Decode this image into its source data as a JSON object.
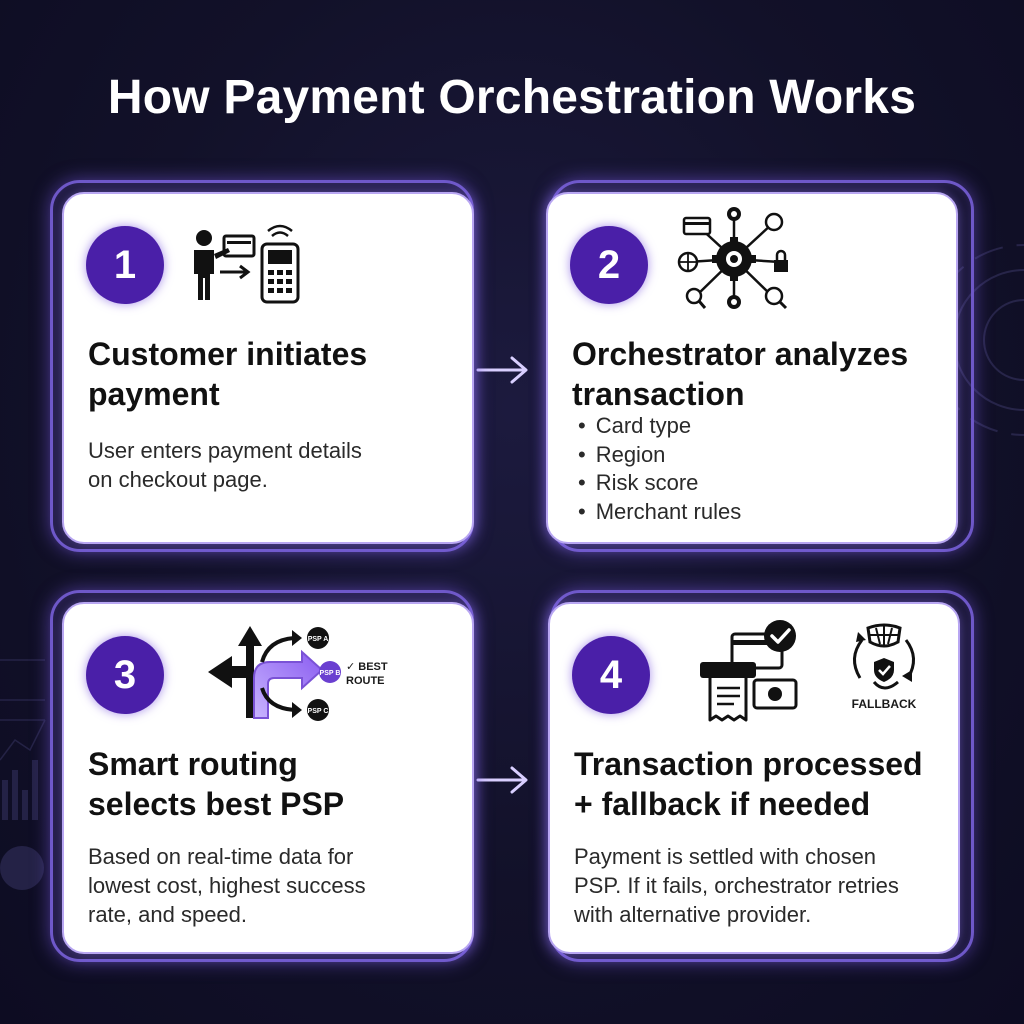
{
  "title": "How Payment Orchestration Works",
  "steps": [
    {
      "number": "1",
      "heading_line1": "Customer initiates",
      "heading_line2": "payment",
      "description_line1": "User enters payment details",
      "description_line2": "on checkout page."
    },
    {
      "number": "2",
      "heading_line1": "Orchestrator analyzes",
      "heading_line2": "transaction",
      "bullets": [
        "Card type",
        "Region",
        "Risk score",
        "Merchant rules"
      ]
    },
    {
      "number": "3",
      "heading_line1": "Smart routing",
      "heading_line2": "selects best PSP",
      "description_line1": "Based on real-time data for",
      "description_line2": "lowest cost, highest success",
      "description_line3": "rate, and speed.",
      "icon_labels": {
        "psp_a": "PSP A",
        "psp_b": "PSP B",
        "psp_c": "PSP C",
        "best_route_line1": "✓ BEST",
        "best_route_line2": "ROUTE"
      }
    },
    {
      "number": "4",
      "heading_line1": "Transaction processed",
      "heading_line2": "+ fallback if needed",
      "description_line1": "Payment is settled with chosen",
      "description_line2": "PSP. If it fails, orchestrator retries",
      "description_line3": "with alternative provider.",
      "icon_labels": {
        "fallback": "FALLBACK"
      }
    }
  ],
  "colors": {
    "background": "#121129",
    "accent": "#4a1fa8",
    "frame": "#6e58c8",
    "card": "#ffffff",
    "text": "#111111"
  },
  "icons": [
    "customer-terminal-icon",
    "gear-network-icon",
    "routing-arrows-icon",
    "receipt-fallback-icon"
  ]
}
